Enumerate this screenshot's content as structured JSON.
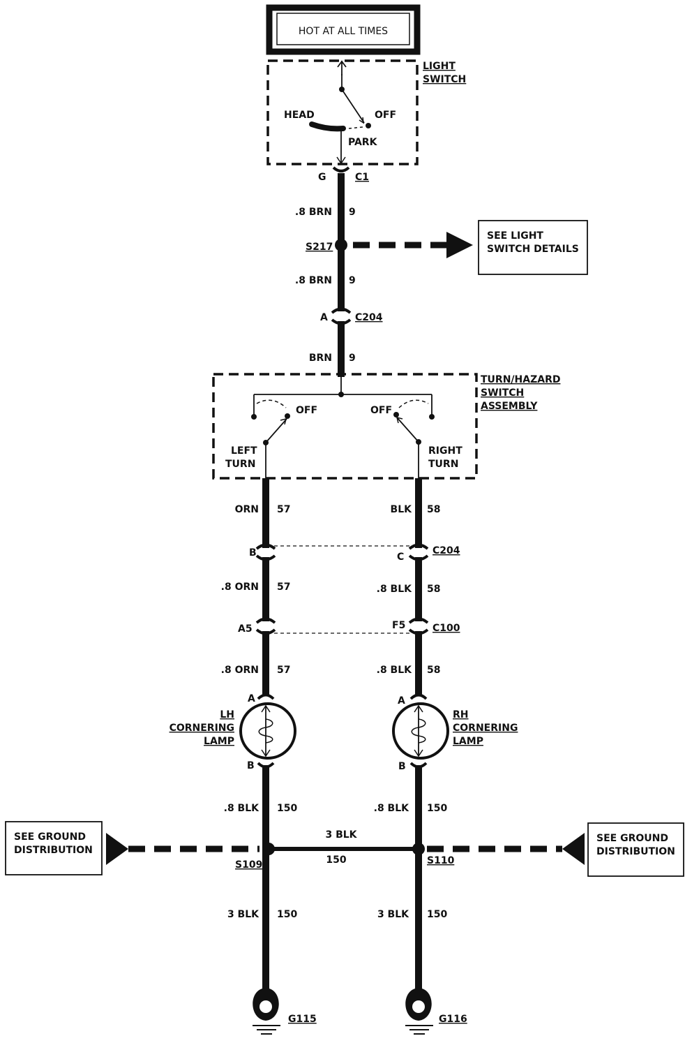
{
  "power_label": "HOT AT ALL TIMES",
  "light_switch": {
    "name_line1": "LIGHT",
    "name_line2": "SWITCH",
    "pos_head": "HEAD",
    "pos_off": "OFF",
    "pos_park": "PARK",
    "connector_pin": "G",
    "connector": "C1"
  },
  "wires": {
    "w1": {
      "color": ".8 BRN",
      "circuit": "9"
    },
    "w2": {
      "color": ".8 BRN",
      "circuit": "9"
    },
    "w3": {
      "color": "BRN",
      "circuit": "9"
    },
    "left_1": {
      "color": "ORN",
      "circuit": "57"
    },
    "right_1": {
      "color": "BLK",
      "circuit": "58"
    },
    "left_2": {
      "color": ".8 ORN",
      "circuit": "57"
    },
    "right_2": {
      "color": ".8 BLK",
      "circuit": "58"
    },
    "left_3": {
      "color": ".8 ORN",
      "circuit": "57"
    },
    "right_3": {
      "color": ".8 BLK",
      "circuit": "58"
    },
    "left_4": {
      "color": ".8 BLK",
      "circuit": "150"
    },
    "right_4": {
      "color": ".8 BLK",
      "circuit": "150"
    },
    "cross": {
      "color": "3 BLK",
      "circuit": "150"
    },
    "left_5": {
      "color": "3 BLK",
      "circuit": "150"
    },
    "right_5": {
      "color": "3 BLK",
      "circuit": "150"
    }
  },
  "splice_s217": "S217",
  "light_details_line1": "SEE LIGHT",
  "light_details_line2": "SWITCH DETAILS",
  "c204_top": {
    "pin": "A",
    "connector": "C204"
  },
  "turn_switch": {
    "name_line1": "TURN/HAZARD",
    "name_line2": "SWITCH",
    "name_line3": "ASSEMBLY",
    "left_off": "OFF",
    "right_off": "OFF",
    "left_line1": "LEFT",
    "left_line2": "TURN",
    "right_line1": "RIGHT",
    "right_line2": "TURN"
  },
  "c204_mid": {
    "left_pin": "B",
    "right_pin": "C",
    "connector": "C204"
  },
  "c100": {
    "left_pin": "A5",
    "right_pin": "F5",
    "connector": "C100"
  },
  "lh_lamp": {
    "pin_a": "A",
    "pin_b": "B",
    "line1": "LH",
    "line2": "CORNERING",
    "line3": "LAMP"
  },
  "rh_lamp": {
    "pin_a": "A",
    "pin_b": "B",
    "line1": "RH",
    "line2": "CORNERING",
    "line3": "LAMP"
  },
  "ground_left_line1": "SEE GROUND",
  "ground_left_line2": "DISTRIBUTION",
  "ground_right_line1": "SEE GROUND",
  "ground_right_line2": "DISTRIBUTION",
  "splice_s109": "S109",
  "splice_s110": "S110",
  "ground_g115": "G115",
  "ground_g116": "G116"
}
